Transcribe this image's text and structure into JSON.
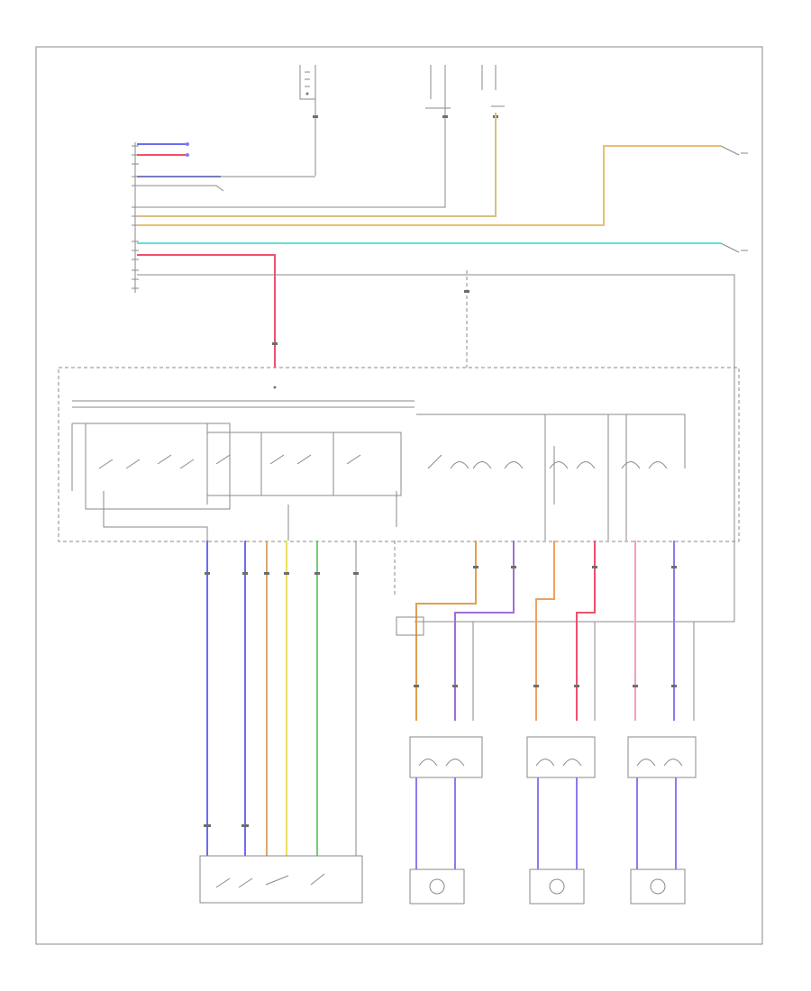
{
  "page_label": "",
  "colors": {
    "red": "#f0506e",
    "pink": "#f5a0b4",
    "orange": "#e8b070",
    "tan": "#d8c080",
    "cyan": "#60e0e0",
    "blue": "#6c6cf0",
    "violet": "#8a7cf0",
    "yellow": "#e8e060",
    "green": "#70d070",
    "purple": "#a070d0",
    "gray": "#8a8a8a",
    "dark": "#555555"
  },
  "components": [
    {
      "id": "main-power-window-switch",
      "label": ""
    },
    {
      "id": "lock-switch",
      "label": ""
    },
    {
      "id": "right-front-motor",
      "label": ""
    },
    {
      "id": "left-rear-motor",
      "label": ""
    },
    {
      "id": "right-rear-motor",
      "label": ""
    },
    {
      "id": "left-front-motor",
      "label": ""
    },
    {
      "id": "right-front-switch",
      "label": ""
    },
    {
      "id": "left-rear-switch",
      "label": ""
    },
    {
      "id": "right-rear-switch",
      "label": ""
    },
    {
      "id": "left-front-door-lock",
      "label": ""
    },
    {
      "id": "right-front-door-lock",
      "label": ""
    }
  ]
}
